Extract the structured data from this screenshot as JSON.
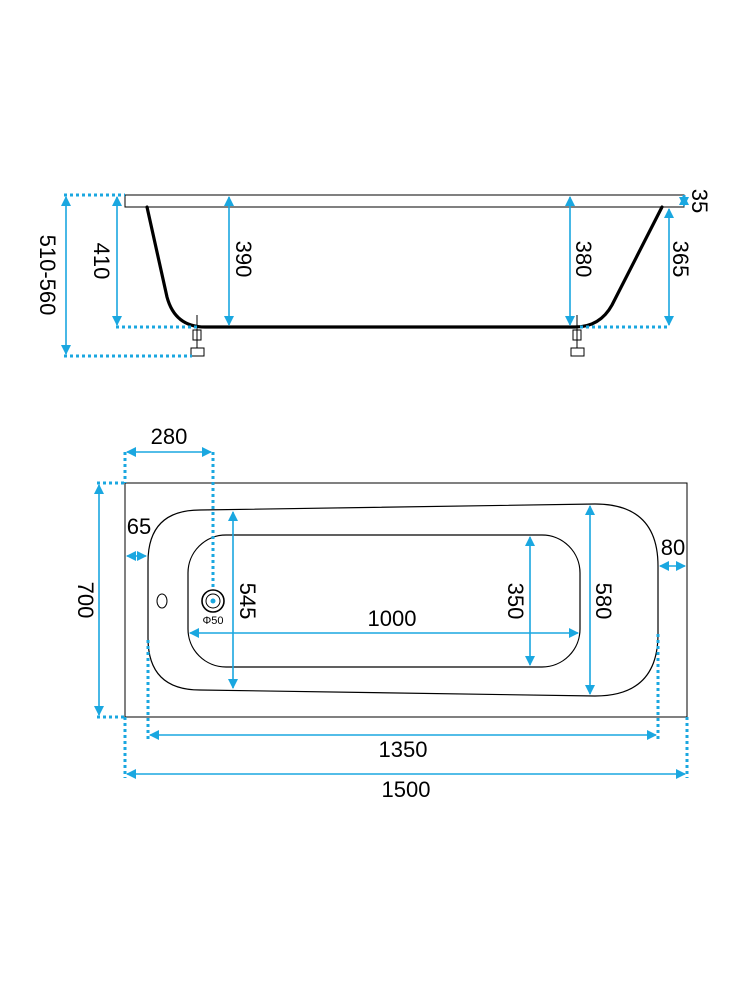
{
  "colors": {
    "dimension": "#1aa7e0",
    "outline": "#000000",
    "background": "#ffffff"
  },
  "side_view": {
    "total_height_label": "510-560",
    "depth_left_label": "410",
    "depth_inner_left_label": "390",
    "depth_inner_right_label": "380",
    "depth_right_label": "365",
    "rim_label": "35"
  },
  "top_view": {
    "drain_offset_label": "280",
    "width_label": "700",
    "left_rim_label": "65",
    "right_rim_label": "80",
    "inner_width_left_label": "545",
    "drain_label": "Φ50",
    "floor_length_label": "1000",
    "floor_width_label": "350",
    "inner_width_right_label": "580",
    "inner_length_label": "1350",
    "total_length_label": "1500"
  }
}
